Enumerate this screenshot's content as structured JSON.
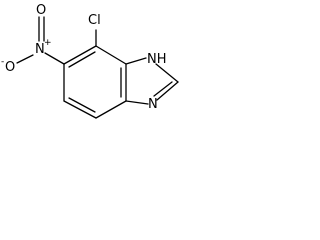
{
  "molecule": {
    "atoms": {
      "chlorine": "Cl",
      "nitro_nitrogen": "N",
      "nitro_charge": "+",
      "oxygen_top": "O",
      "oxygen_left": "O",
      "oxygen_left_charge": "-",
      "imidazole_nh": "NH",
      "imidazole_n": "N"
    }
  }
}
